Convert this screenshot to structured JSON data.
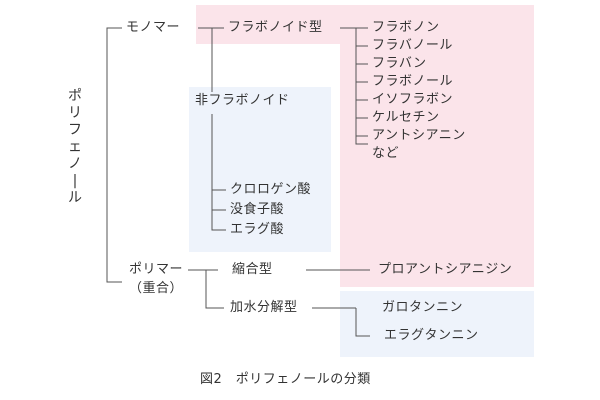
{
  "root": {
    "label": "ポリフェノール"
  },
  "monomer": {
    "label": "モノマー"
  },
  "flavonoid": {
    "label": "フラボノイド型",
    "items": [
      "フラボノン",
      "フラバノール",
      "フラバン",
      "フラボノール",
      "イソフラボン",
      "ケルセチン",
      "アントシアニン",
      "など"
    ]
  },
  "nonflavonoid": {
    "label": "非フラボノイド",
    "items": [
      "クロロゲン酸",
      "没食子酸",
      "エラグ酸"
    ]
  },
  "polymer": {
    "label_line1": "ポリマー",
    "label_line2": "（重合）"
  },
  "condensed": {
    "label": "縮合型",
    "item": "プロアントシアニジン"
  },
  "hydrolyzable": {
    "label": "加水分解型",
    "items": [
      "ガロタンニン",
      "エラグタンニン"
    ]
  },
  "caption": {
    "label": "図2　ポリフェノールの分類"
  },
  "colors": {
    "flavonoid_bg": "#fbe4ea",
    "nonflavonoid_bg": "#eef3fb",
    "line": "#555555"
  }
}
